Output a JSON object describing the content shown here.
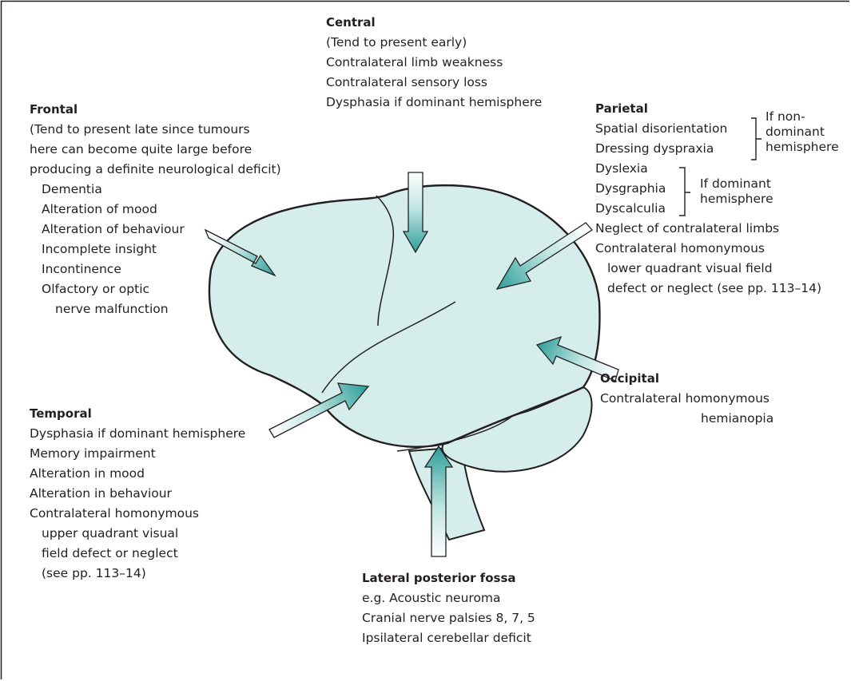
{
  "central": {
    "heading": "Central",
    "lines": [
      "(Tend to present early)",
      "Contralateral limb weakness",
      "Contralateral sensory loss",
      "Dysphasia if dominant hemisphere"
    ]
  },
  "frontal": {
    "heading": "Frontal",
    "intro": [
      "(Tend to present late since tumours",
      "here can become quite large before",
      "producing a definite neurological deficit)"
    ],
    "items": [
      "Dementia",
      "Alteration of mood",
      "Alteration of behaviour",
      "Incomplete insight",
      "Incontinence",
      "Olfactory or optic"
    ],
    "continuation": "nerve malfunction"
  },
  "parietal": {
    "heading": "Parietal",
    "nondominant_items": [
      "Spatial disorientation",
      "Dressing dyspraxia"
    ],
    "nondominant_note": [
      "If non-",
      "dominant",
      "hemisphere"
    ],
    "dominant_items": [
      "Dyslexia",
      "Dysgraphia",
      "Dyscalculia"
    ],
    "dominant_note": [
      "If dominant",
      "hemisphere"
    ],
    "other_items": [
      "Neglect of contralateral limbs",
      "Contralateral homonymous"
    ],
    "continuation": [
      "lower quadrant visual field",
      "defect or neglect (see pp. 113–14)"
    ]
  },
  "temporal": {
    "heading": "Temporal",
    "items": [
      "Dysphasia if dominant hemisphere",
      "Memory impairment",
      "Alteration in mood",
      "Alteration in behaviour",
      "Contralateral homonymous"
    ],
    "continuation": [
      "upper quadrant visual",
      "field defect or neglect",
      "(see pp. 113–14)"
    ]
  },
  "occipital": {
    "heading": "Occipital",
    "lines": [
      "Contralateral homonymous"
    ],
    "continuation": "hemianopia"
  },
  "posterior_fossa": {
    "heading": "Lateral posterior fossa",
    "lines": [
      "e.g. Acoustic neuroma",
      "Cranial nerve palsies 8, 7, 5",
      "Ipsilateral cerebellar deficit"
    ]
  },
  "colors": {
    "brain_fill": "#d6eeeb",
    "outline": "#231f20",
    "arrow_dark": "#2e9e99",
    "arrow_light": "#ffffff"
  }
}
